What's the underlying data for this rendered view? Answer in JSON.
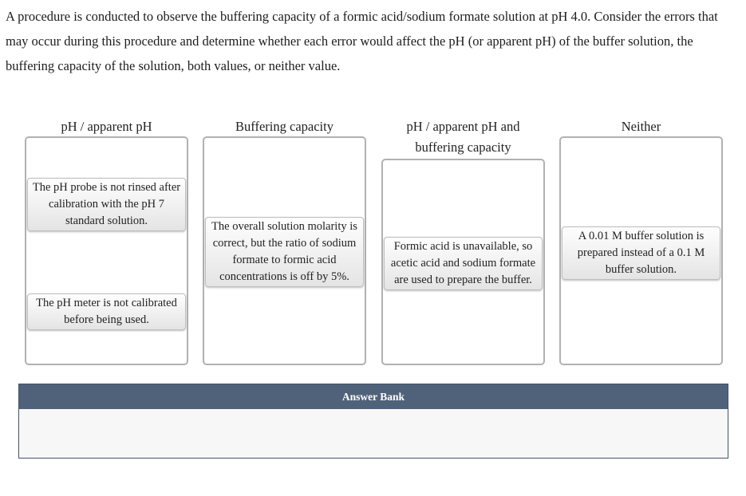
{
  "question": {
    "text": "A procedure is conducted to observe the buffering capacity of a formic acid/sodium formate solution at pH 4.0. Consider the errors that may occur during this procedure and determine whether each error would affect the pH (or apparent pH) of the buffer solution, the buffering capacity of the solution, both values, or neither value."
  },
  "categories": [
    {
      "label": "pH / apparent pH",
      "cards": [
        {
          "text": "The pH probe is not rinsed after calibration with the pH 7 standard solution."
        },
        {
          "text": "The pH meter is not calibrated before being used."
        }
      ]
    },
    {
      "label": "Buffering capacity",
      "cards": [
        {
          "text": "The overall solution molarity is correct, but the ratio of sodium formate to formic acid concentrations is off by 5%."
        }
      ]
    },
    {
      "label": "pH / apparent pH and buffering capacity",
      "cards": [
        {
          "text": "Formic acid is unavailable, so acetic acid and sodium formate are used to prepare the buffer."
        }
      ]
    },
    {
      "label": "Neither",
      "cards": [
        {
          "text": "A 0.01 M buffer solution is prepared instead of a 0.1 M buffer solution."
        }
      ]
    }
  ],
  "answer_bank": {
    "label": "Answer Bank",
    "cards": []
  },
  "colors": {
    "answer_bank_header": "#50627a",
    "answer_bank_body": "#f7f7f8",
    "dropzone_border": "#b1b1b1",
    "card_border": "#bdbdbd"
  }
}
